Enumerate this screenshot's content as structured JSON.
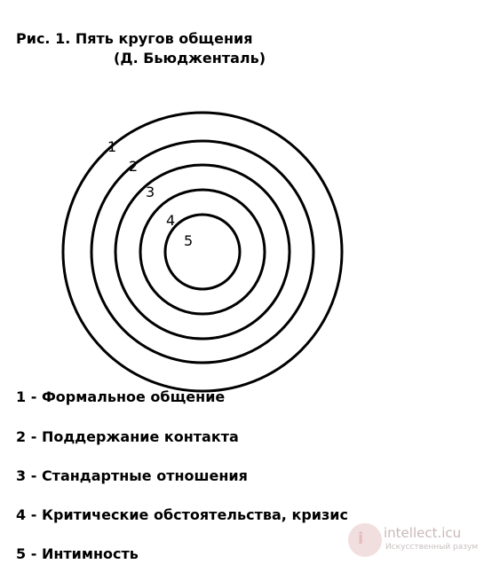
{
  "title": {
    "line1": "Рис. 1. Пять кругов общения",
    "line2": "(Д. Бьюдженталь)"
  },
  "circles": [
    {
      "number": "1",
      "label": "Формальное общение"
    },
    {
      "number": "2",
      "label": "Поддержание контакта"
    },
    {
      "number": "3",
      "label": "Стандартные отношения"
    },
    {
      "number": "4",
      "label": "Критические обстоятельства, кризис"
    },
    {
      "number": "5",
      "label": "Интимность"
    }
  ],
  "legend_separator": "-",
  "watermark": {
    "logo_letter": "i",
    "name": "intellect.icu",
    "tagline": "Искусственный разум"
  },
  "colors": {
    "ink": "#000000",
    "background": "#ffffff",
    "watermark": "#d8c4c4"
  }
}
